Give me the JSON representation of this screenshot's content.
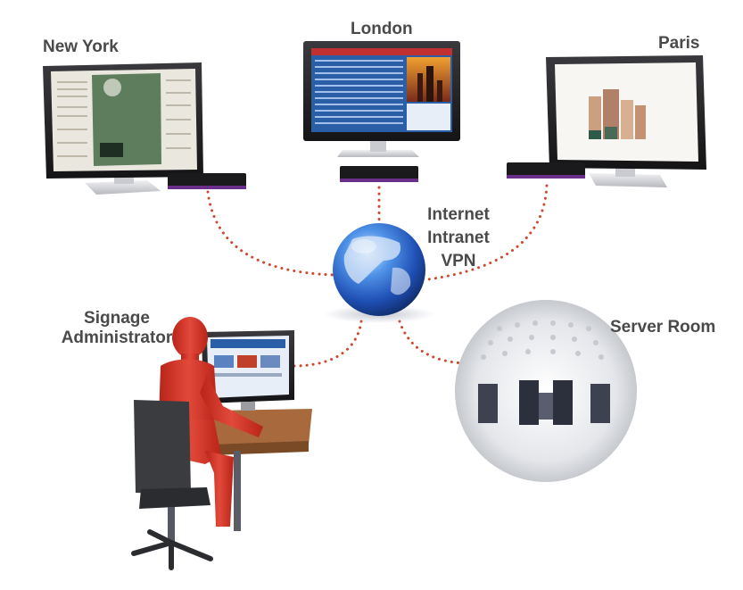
{
  "labels": {
    "new_york": "New York",
    "london": "London",
    "paris": "Paris",
    "network_line1": "Internet",
    "network_line2": "Intranet",
    "network_line3": "VPN",
    "admin_line1": "Signage",
    "admin_line2": "Administrator",
    "server_room": "Server Room"
  },
  "colors": {
    "label_text": "#4a4a4a",
    "connection_dots": "#d0472f",
    "player_accent": "#6a2f8a",
    "person": "#d8352a",
    "globe": "#2f6fd0"
  }
}
